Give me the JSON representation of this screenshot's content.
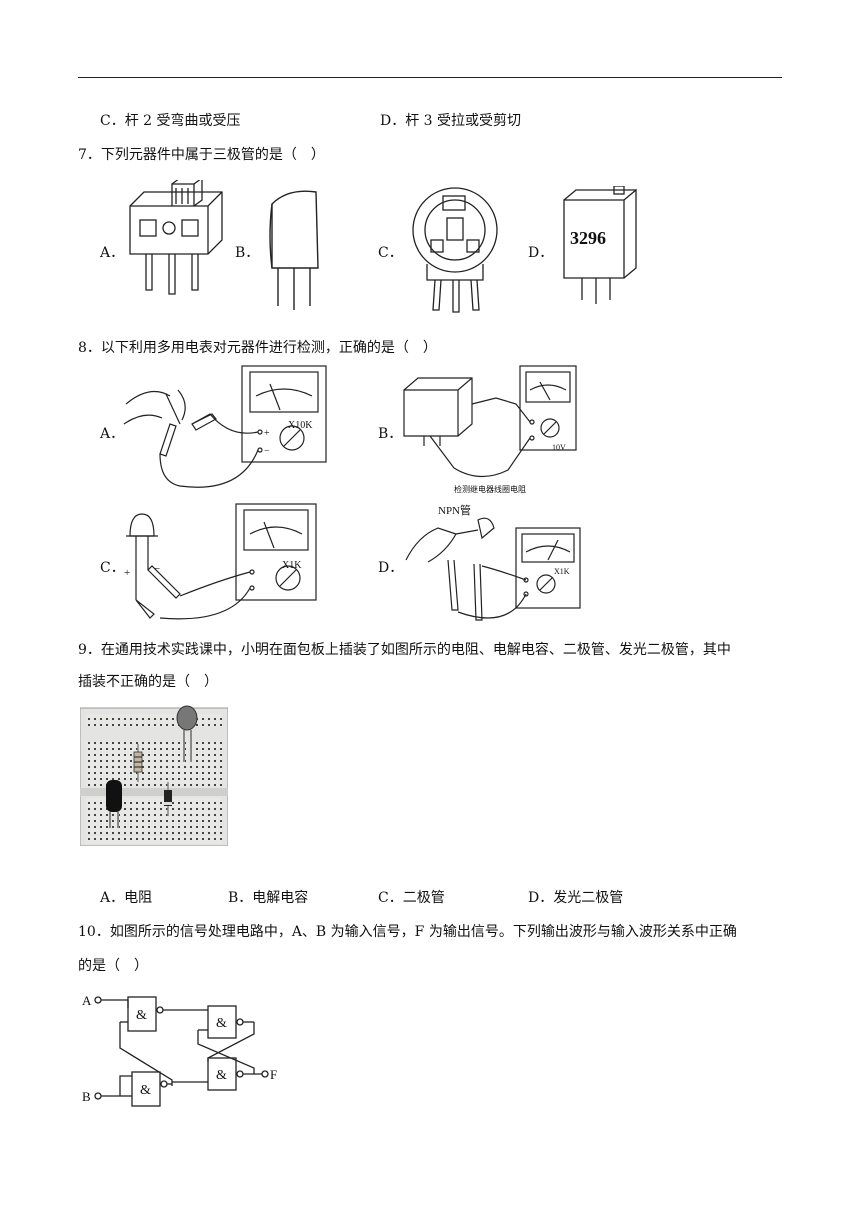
{
  "q6": {
    "opt_c": "C．杆 2 受弯曲或受压",
    "opt_d": "D．杆 3 受拉或受剪切"
  },
  "q7": {
    "stem": "7．下列元器件中属于三极管的是（　）",
    "label_a": "A．",
    "label_b": "B．",
    "label_c": "C．",
    "label_d": "D．",
    "component_d_marking": "3296"
  },
  "q8": {
    "stem": "8．以下利用多用电表对元器件进行检测，正确的是（　）",
    "label_a": "A．",
    "label_b": "B．",
    "label_c": "C．",
    "label_d": "D．",
    "range_a": "X10K",
    "range_b": "10V",
    "range_c": "X1K",
    "range_d": "X1K",
    "caption_b": "检测继电器线圈电阻",
    "npn_label": "NPN管",
    "plus": "+",
    "minus": "−"
  },
  "q9": {
    "stem_line1": "9．在通用技术实践课中，小明在面包板上插装了如图所示的电阻、电解电容、二极管、发光二极管，其中",
    "stem_line2": "插装不正确的是（　）",
    "opt_a": "A．电阻",
    "opt_b": "B．电解电容",
    "opt_c": "C．二极管",
    "opt_d": "D．发光二极管"
  },
  "q10": {
    "stem_line1": "10．如图所示的信号处理电路中，A、B 为输入信号，F 为输出信号。下列输出波形与输入波形关系中正确",
    "stem_line2": "的是（　）",
    "input_a": "A",
    "input_b": "B",
    "output_f": "F",
    "gate_symbol": "&"
  }
}
